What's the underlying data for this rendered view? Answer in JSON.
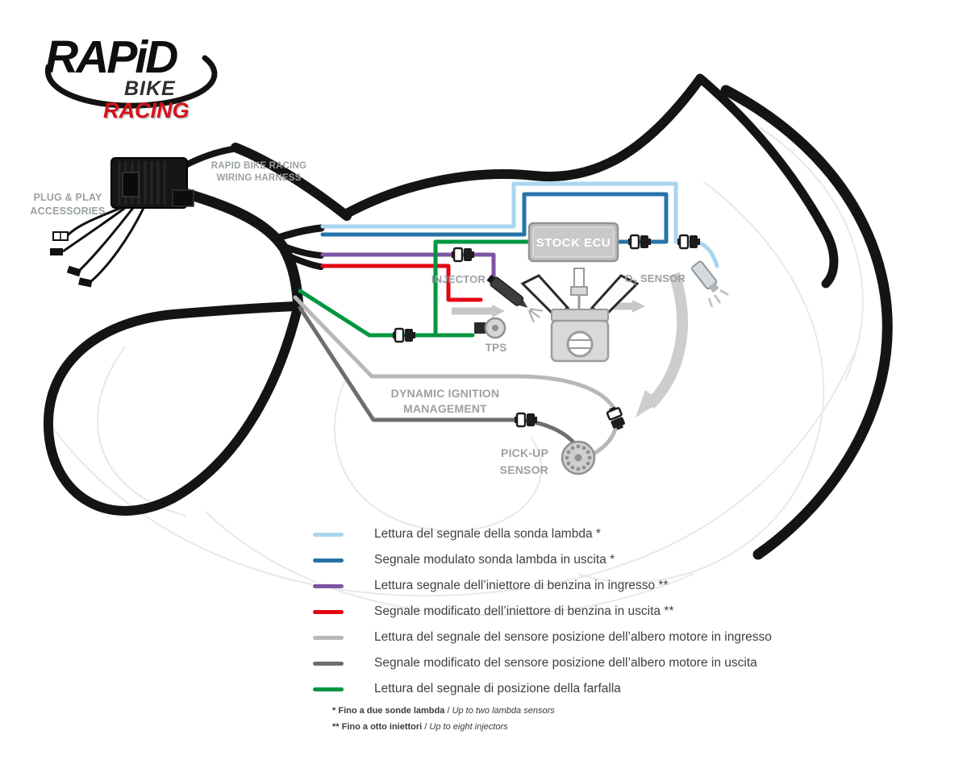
{
  "logo": {
    "rapid": "RAPiD",
    "bike": "BIKE",
    "racing": "RACING"
  },
  "colors": {
    "lambda_in": "#a9d5ef",
    "lambda_out": "#2574a9",
    "injector_in": "#7d55a3",
    "injector_out": "#e30613",
    "crank_in": "#b8b8b8",
    "crank_out": "#6e6e6e",
    "tps_in": "#009640"
  },
  "diagram": {
    "plug_play": {
      "line1": "PLUG & PLAY",
      "line2": "ACCESSORIES"
    },
    "harness": {
      "line1": "RAPID BIKE RACING",
      "line2": "WIRING HARNESS"
    },
    "stock_ecu": "STOCK ECU",
    "injector": "INJECTOR",
    "o2": {
      "prefix": "O",
      "sub": "2",
      "suffix": " SENSOR"
    },
    "tps": "TPS",
    "dim": {
      "line1": "DYNAMIC IGNITION",
      "line2": "MANAGEMENT"
    },
    "pickup": {
      "line1": "PICK-UP",
      "line2": "SENSOR"
    }
  },
  "legend": {
    "items": [
      {
        "color": "#a9d5ef",
        "label": "Lettura del segnale della sonda lambda *"
      },
      {
        "color": "#2574a9",
        "label": "Segnale modulato sonda lambda in uscita *"
      },
      {
        "color": "#7d55a3",
        "label": "Lettura segnale dell’iniettore di benzina in ingresso **"
      },
      {
        "color": "#e30613",
        "label": "Segnale modificato dell’iniettore di benzina in uscita **"
      },
      {
        "color": "#b8b8b8",
        "label": "Lettura del segnale del sensore posizione dell’albero motore in ingresso"
      },
      {
        "color": "#6e6e6e",
        "label": "Segnale modificato del sensore posizione dell’albero motore in uscita"
      },
      {
        "color": "#009640",
        "label": "Lettura del segnale di posizione della farfalla"
      }
    ]
  },
  "footnotes": [
    {
      "marker": "*",
      "it": "Fino a due sonde lambda",
      "sep": "/",
      "en": "Up to two lambda sensors"
    },
    {
      "marker": "**",
      "it": "Fino a otto iniettori",
      "sep": "/",
      "en": "Up to eight injectors"
    }
  ]
}
